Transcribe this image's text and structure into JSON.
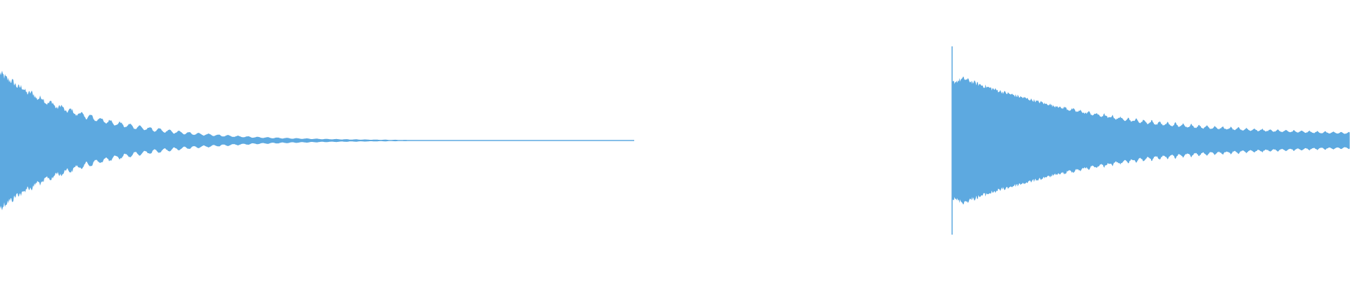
{
  "waveform": {
    "color": "#5DA9E0",
    "background": "#FFFFFF",
    "total_duration_fraction_of_view": 1.0,
    "segments": [
      {
        "name": "segment-1",
        "start": 0.0,
        "end": 0.47,
        "start_amplitude": 0.48,
        "decay": "exponential",
        "tail_fraction": 0.55,
        "tail_amplitude": 0.004
      },
      {
        "name": "segment-2",
        "start": 0.705,
        "end": 1.0,
        "start_amplitude": 0.41,
        "peak_amplitude": 0.44,
        "peak_at": 0.03,
        "decay": "slow-exponential",
        "end_amplitude": 0.03,
        "has_onset_transient": true
      }
    ]
  }
}
